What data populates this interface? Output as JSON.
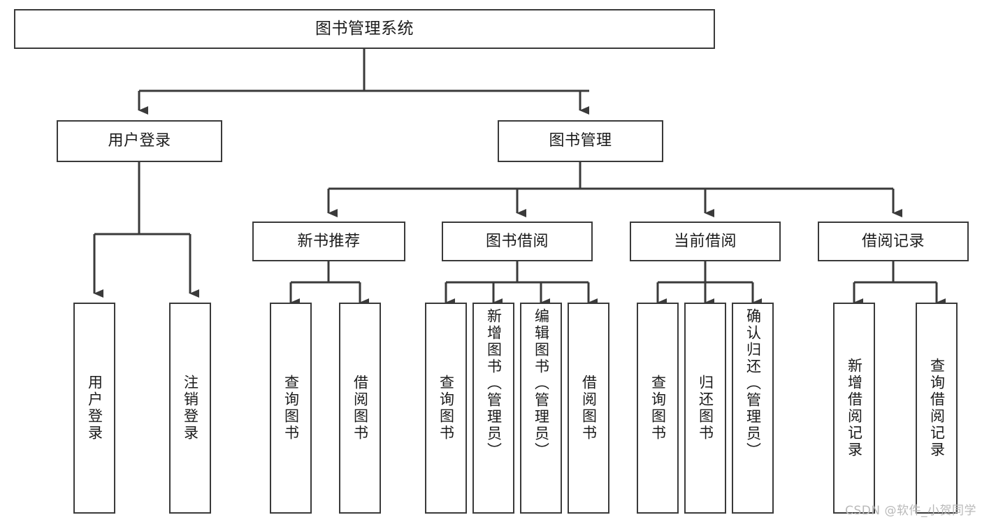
{
  "diagram": {
    "type": "tree-hierarchy",
    "title": "图书管理系统",
    "root": {
      "label": "图书管理系统"
    },
    "level2": [
      {
        "id": "user-login",
        "label": "用户登录"
      },
      {
        "id": "book-management",
        "label": "图书管理"
      }
    ],
    "level3": [
      {
        "id": "new-book-recommend",
        "label": "新书推荐",
        "parent": "book-management"
      },
      {
        "id": "book-borrow",
        "label": "图书借阅",
        "parent": "book-management"
      },
      {
        "id": "current-borrow",
        "label": "当前借阅",
        "parent": "book-management"
      },
      {
        "id": "borrow-records",
        "label": "借阅记录",
        "parent": "book-management"
      }
    ],
    "leaves": [
      {
        "id": "leaf-user-login",
        "label": "用户登录",
        "parent": "user-login"
      },
      {
        "id": "leaf-logout-login",
        "label": "注销登录",
        "parent": "user-login"
      },
      {
        "id": "leaf-query-books-1",
        "label": "查询图书",
        "parent": "new-book-recommend"
      },
      {
        "id": "leaf-borrow-books-1",
        "label": "借阅图书",
        "parent": "new-book-recommend"
      },
      {
        "id": "leaf-query-books-2",
        "label": "查询图书",
        "parent": "book-borrow"
      },
      {
        "id": "leaf-add-book",
        "label": "新增图书（管理员）",
        "parent": "book-borrow"
      },
      {
        "id": "leaf-edit-book",
        "label": "编辑图书（管理员）",
        "parent": "book-borrow"
      },
      {
        "id": "leaf-borrow-books-2",
        "label": "借阅图书",
        "parent": "book-borrow"
      },
      {
        "id": "leaf-query-books-3",
        "label": "查询图书",
        "parent": "current-borrow"
      },
      {
        "id": "leaf-return-books",
        "label": "归还图书",
        "parent": "current-borrow"
      },
      {
        "id": "leaf-confirm-return",
        "label": "确认归还（管理员）",
        "parent": "current-borrow"
      },
      {
        "id": "leaf-add-record",
        "label": "新增借阅记录",
        "parent": "borrow-records"
      },
      {
        "id": "leaf-query-record",
        "label": "查询借阅记录",
        "parent": "borrow-records"
      }
    ],
    "watermark": "CSDN @软件_小贺同学",
    "colors": {
      "stroke": "#3a3a3a",
      "fill": "#ffffff",
      "text": "#1b1b1b",
      "watermark": "#b9b9b9"
    }
  }
}
